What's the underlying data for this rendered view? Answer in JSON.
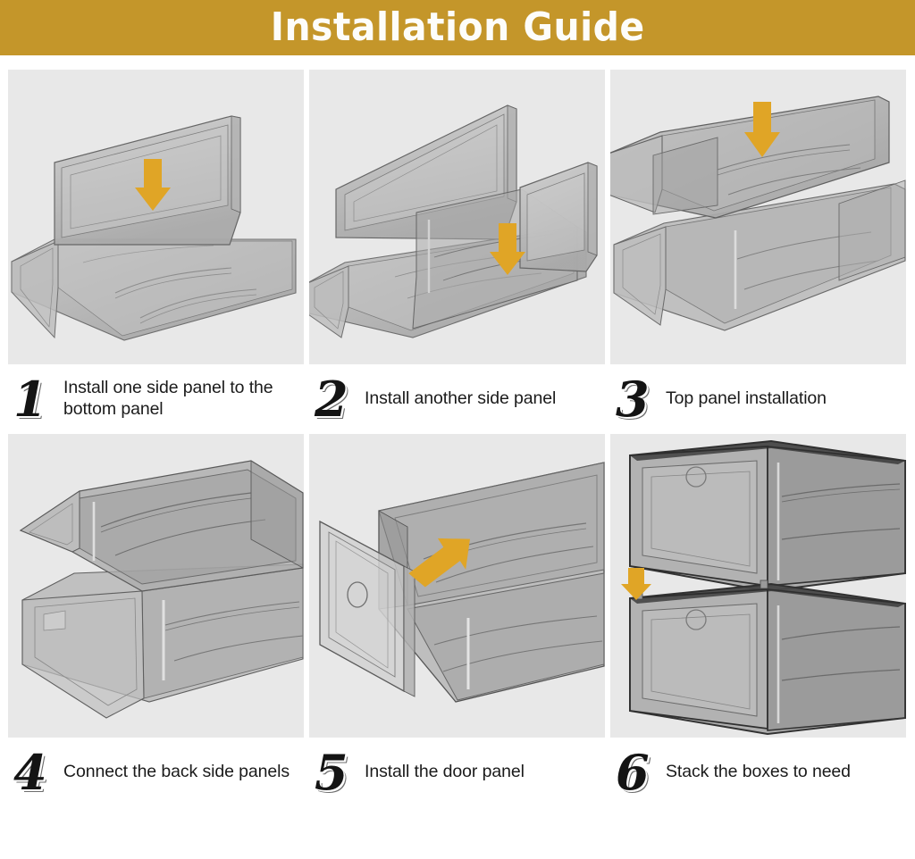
{
  "header": {
    "title": "Installation Guide",
    "background_color": "#c4962a",
    "text_color": "#fdfdfa"
  },
  "theme": {
    "arrow_color": "#e0a526",
    "panel_background": "#e8e8e8",
    "page_background": "#ffffff",
    "caption_color": "#1b1b1b"
  },
  "steps": [
    {
      "number": "1",
      "caption": "Install one side panel to the bottom panel",
      "figure_name": "side-panel-to-bottom-panel-illustration",
      "arrow": "down-arrow-icon"
    },
    {
      "number": "2",
      "caption": "Install another side panel",
      "figure_name": "second-side-panel-illustration",
      "arrow": "down-arrow-icon"
    },
    {
      "number": "3",
      "caption": "Top panel installation",
      "figure_name": "top-panel-installation-illustration",
      "arrow": "down-arrow-icon"
    },
    {
      "number": "4",
      "caption": "Connect the back side panels",
      "figure_name": "connect-back-side-panels-illustration",
      "arrow": "none"
    },
    {
      "number": "5",
      "caption": "Install the door panel",
      "figure_name": "door-panel-installation-illustration",
      "arrow": "diagonal-arrow-icon"
    },
    {
      "number": "6",
      "caption": "Stack the boxes to need",
      "figure_name": "stack-boxes-illustration",
      "arrow": "down-arrow-icon"
    }
  ]
}
